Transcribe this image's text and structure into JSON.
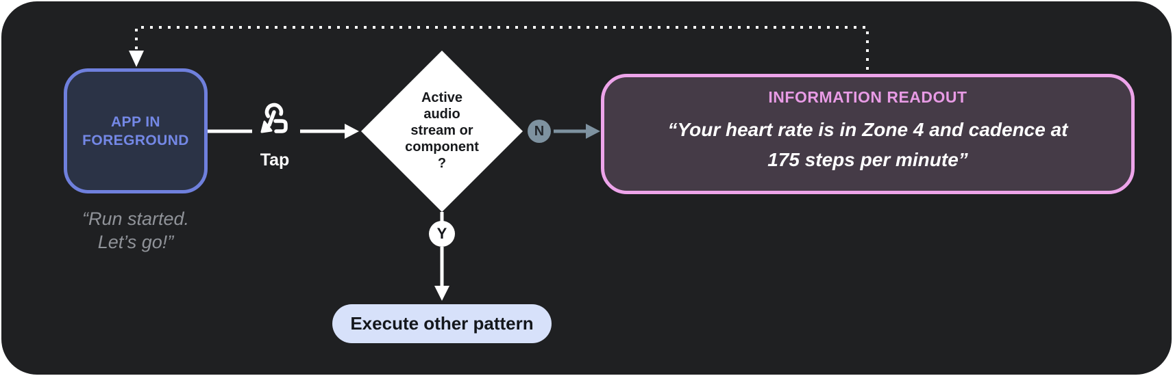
{
  "diagram": {
    "title_hint": "voice feedback flowchart",
    "nodes": {
      "app_state": {
        "label": "APP IN\nFOREGROUND",
        "voice_quote": "“Run started.\nLet’s go!”"
      },
      "gesture": {
        "label": "Tap",
        "icon": "tap-gesture-icon"
      },
      "decision": {
        "label": "Active\naudio\nstream or\ncomponent\n?"
      },
      "branch_no": {
        "label": "N"
      },
      "branch_yes": {
        "label": "Y"
      },
      "readout": {
        "title": "INFORMATION READOUT",
        "voice_quote": "“Your heart rate is in Zone 4 and cadence at\n175 steps per minute”"
      },
      "action": {
        "label": "Execute other pattern"
      }
    },
    "edges": [
      {
        "from": "app_state",
        "to": "decision",
        "via": "gesture",
        "style": "solid-white-arrow"
      },
      {
        "from": "decision",
        "to": "readout",
        "branch": "N",
        "style": "solid-slate-arrow"
      },
      {
        "from": "decision",
        "to": "action",
        "branch": "Y",
        "style": "solid-white-arrow"
      },
      {
        "from": "readout",
        "to": "app_state",
        "style": "dotted-white-feedback-loop"
      }
    ],
    "colors": {
      "canvas_background": "#1F2022",
      "page_background": "#FFFFFF",
      "app_node_fill": "#2B3346",
      "app_node_border": "#6F80DD",
      "app_node_text": "#7488E6",
      "quote_gray": "#909399",
      "diamond_fill": "#FFFFFF",
      "diamond_text": "#17191C",
      "slate_branch": "#7E92A0",
      "readout_fill": "#453B47",
      "readout_border": "#EDA4EA",
      "readout_title_text": "#E89BE5",
      "pill_fill": "#D7E1FA",
      "pill_text": "#14171C"
    }
  }
}
